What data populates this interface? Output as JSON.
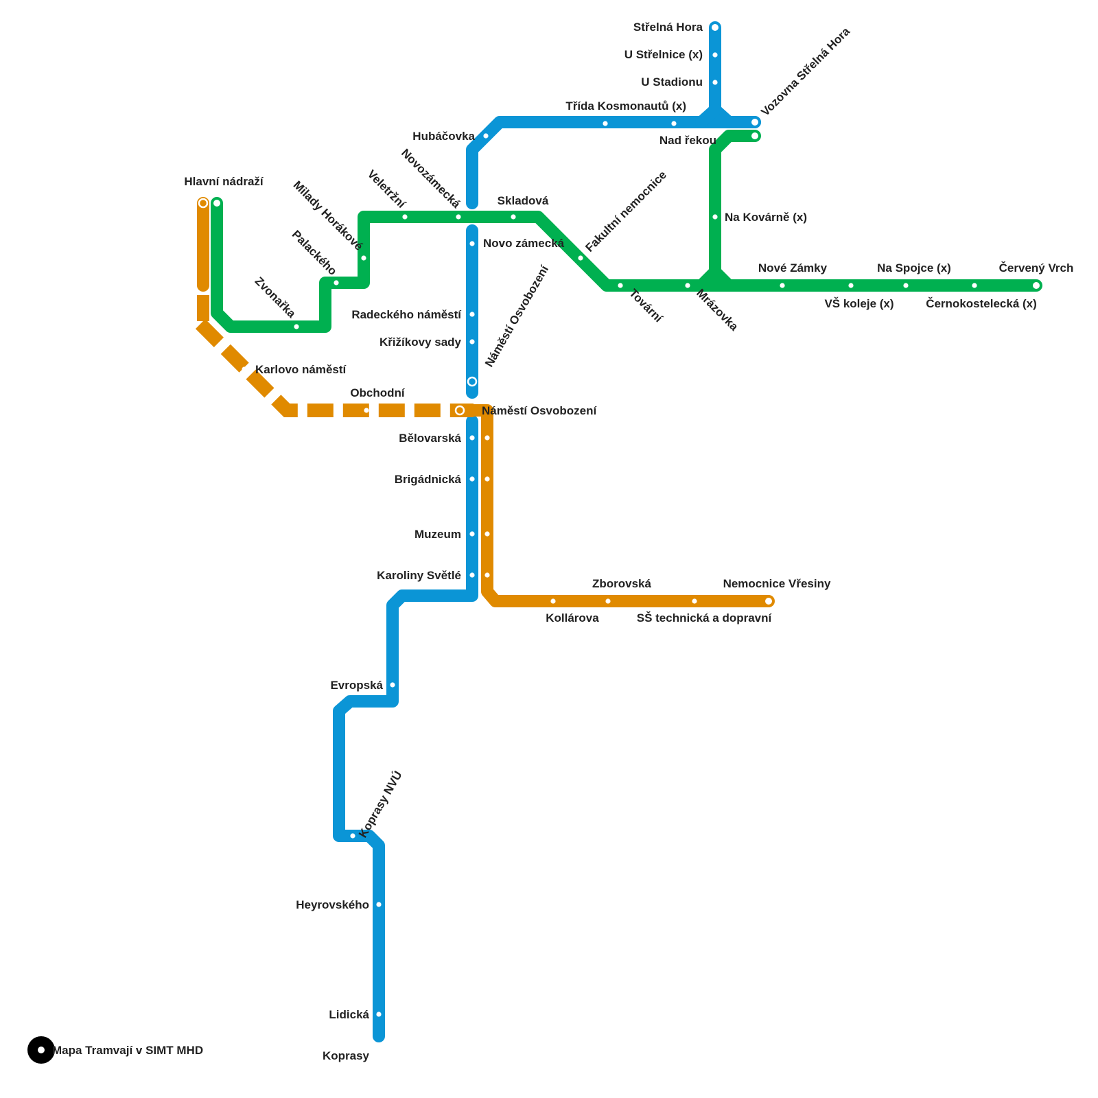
{
  "colors": {
    "blue": "#0b95d6",
    "green": "#00b050",
    "orange": "#e08a00",
    "station": "#ffffff",
    "text": "#222222"
  },
  "legend": {
    "title": "Mapa Tramvají v SIMT MHD",
    "icon": "tram-logo-icon"
  },
  "lines": {
    "blue": {
      "color": "#0b95d6"
    },
    "green": {
      "color": "#00b050"
    },
    "orange": {
      "color": "#e08a00",
      "dashed_section": true
    }
  },
  "stations": {
    "strelna_hora": "Střelná Hora",
    "u_strelnice": "U Střelnice (x)",
    "u_stadionu": "U Stadionu",
    "trida_kosmonautu": "Třída Kosmonautů (x)",
    "vozovna": "Vozovna Střelná Hora",
    "nad_rekou": "Nad řekou",
    "hubacovka": "Hubáčovka",
    "hlavni_nadrazi": "Hlavní nádraží",
    "milady_horakove": "Milady Horákové",
    "veletrzni": "Veletržní",
    "novozamecka": "Novozámecká",
    "skladova": "Skladová",
    "fakultni_nemocnice": "Fakultní nemocnice",
    "na_kovarne": "Na Kovárně (x)",
    "palackeho": "Palackého",
    "novo_zamecka": "Novo zámecká",
    "zvonarka": "Zvonařka",
    "nove_zamky": "Nové Zámky",
    "na_spojce": "Na Spojce (x)",
    "cerveny_vrch": "Červený Vrch",
    "vs_koleje": "VŠ koleje (x)",
    "cernokostelecka": "Černokostelecká (x)",
    "tovarni": "Tovární",
    "mrazovka": "Mrázovka",
    "radeckeho_namesti": "Radeckého náměstí",
    "krizikovy_sady": "Křižíkovy sady",
    "namesti_osvobozeni_blue": "Náměstí Osvobození",
    "karlovo_namesti": "Karlovo náměstí",
    "obchodni": "Obchodní",
    "namesti_osvobozeni": "Náměstí Osvobození",
    "belovarska": "Bělovarská",
    "brigadnicka": "Brigádnická",
    "muzeum": "Muzeum",
    "karoliny_svetle": "Karoliny Světlé",
    "zborovska": "Zborovská",
    "nemocnice_vresiny": "Nemocnice Vřesiny",
    "kollarova": "Kollárova",
    "ss_technicka": "SŠ technická a dopravní",
    "evropska": "Evropská",
    "koprasy_nvu": "Koprasy NVÚ",
    "heyrovskeho": "Heyrovského",
    "lidicka": "Lidická",
    "koprasy": "Koprasy"
  }
}
